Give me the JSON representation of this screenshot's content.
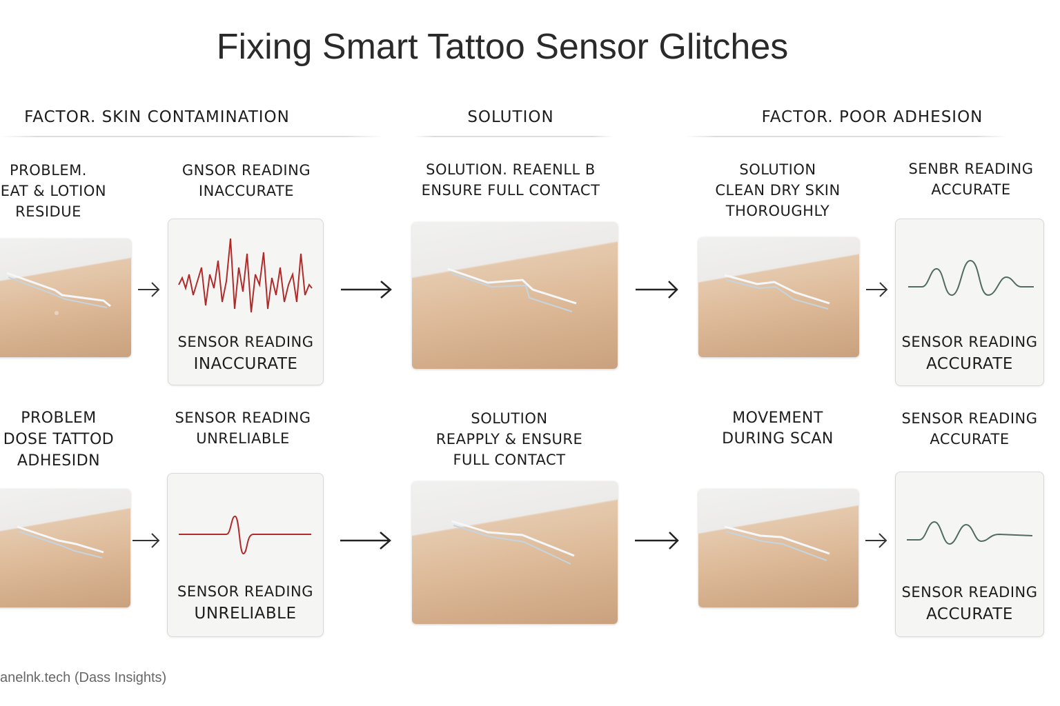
{
  "title": "Fixing Smart Tattoo Sensor Glitches",
  "headers": [
    "FACTOR. SKIN CONTAMINATION",
    "SOLUTION",
    "FACTOR. POOR ADHESION"
  ],
  "row1": {
    "problem": [
      "PROBLEM.",
      "VEAT & LOTION",
      "RESIDUE"
    ],
    "reading": [
      "GNSOR READING",
      "INACCURATE"
    ],
    "solution": [
      "SOLUTION.  REAENLL B",
      "ENSURE FULL CONTACT"
    ],
    "solution2": [
      "SOLUTION",
      "CLEAN DRY SKIN",
      "THOROUGHLY"
    ],
    "result": [
      "SENBR READING",
      "ACCURATE"
    ],
    "card_bad": [
      "SENSOR READING",
      "INACCURATE"
    ],
    "card_good": [
      "SENSOR READING",
      "ACCURATE"
    ]
  },
  "row2": {
    "problem": [
      "PROBLEM",
      "DOSE TATTOD",
      "ADHESIDN"
    ],
    "reading": [
      "SENSOR READING",
      "UNRELIABLE"
    ],
    "solution": [
      "SOLUTION",
      "REAPPLY & ENSURE",
      "FULL CONTACT"
    ],
    "solution2": [
      "MOVEMENT",
      "DURING SCAN"
    ],
    "result": [
      "SENSOR READING",
      "ACCURATE"
    ],
    "card_bad": [
      "SENSOR READING",
      "UNRELIABLE"
    ],
    "card_good": [
      "SENSOR READING",
      "ACCURATE"
    ]
  },
  "colors": {
    "bad_wave": "#b02a2a",
    "good_wave": "#4f6b60",
    "skin": "#dcb896"
  },
  "footer": "anelnk.tech (Dass Insights)"
}
